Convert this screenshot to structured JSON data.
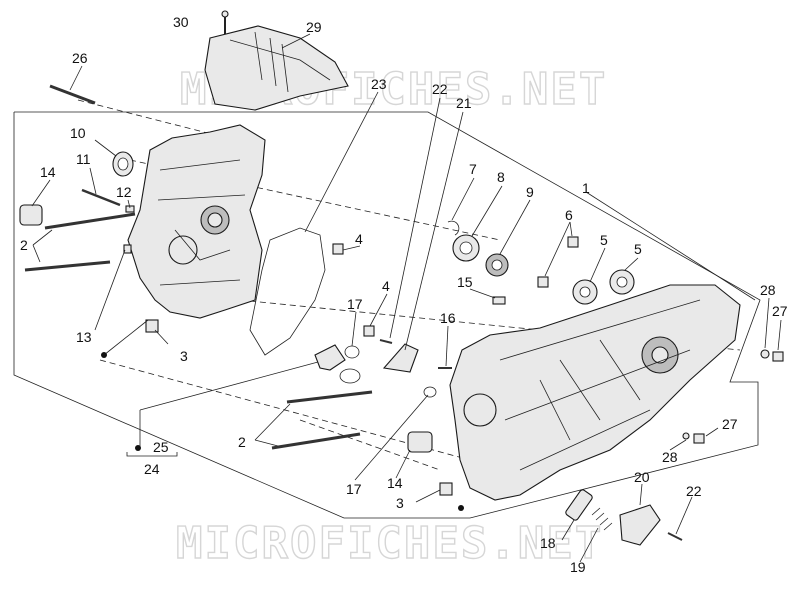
{
  "watermark": {
    "text": "MICROFICHES.NET"
  },
  "callouts": [
    {
      "id": "c30",
      "text": "30"
    },
    {
      "id": "c29",
      "text": "29"
    },
    {
      "id": "c26",
      "text": "26"
    },
    {
      "id": "c23",
      "text": "23"
    },
    {
      "id": "c22a",
      "text": "22"
    },
    {
      "id": "c21",
      "text": "21"
    },
    {
      "id": "c10",
      "text": "10"
    },
    {
      "id": "c11",
      "text": "11"
    },
    {
      "id": "c14a",
      "text": "14"
    },
    {
      "id": "c12",
      "text": "12"
    },
    {
      "id": "c2a",
      "text": "2"
    },
    {
      "id": "c7",
      "text": "7"
    },
    {
      "id": "c8",
      "text": "8"
    },
    {
      "id": "c9",
      "text": "9"
    },
    {
      "id": "c1",
      "text": "1"
    },
    {
      "id": "c6",
      "text": "6"
    },
    {
      "id": "c4a",
      "text": "4"
    },
    {
      "id": "c5a",
      "text": "5"
    },
    {
      "id": "c5b",
      "text": "5"
    },
    {
      "id": "c15",
      "text": "15"
    },
    {
      "id": "c28a",
      "text": "28"
    },
    {
      "id": "c27a",
      "text": "27"
    },
    {
      "id": "c4b",
      "text": "4"
    },
    {
      "id": "c17a",
      "text": "17"
    },
    {
      "id": "c16",
      "text": "16"
    },
    {
      "id": "c13",
      "text": "13"
    },
    {
      "id": "c3a",
      "text": "3"
    },
    {
      "id": "c25",
      "text": "25"
    },
    {
      "id": "c24",
      "text": "24"
    },
    {
      "id": "c2b",
      "text": "2"
    },
    {
      "id": "c27b",
      "text": "27"
    },
    {
      "id": "c28b",
      "text": "28"
    },
    {
      "id": "c17b",
      "text": "17"
    },
    {
      "id": "c14b",
      "text": "14"
    },
    {
      "id": "c3b",
      "text": "3"
    },
    {
      "id": "c20",
      "text": "20"
    },
    {
      "id": "c22b",
      "text": "22"
    },
    {
      "id": "c18",
      "text": "18"
    },
    {
      "id": "c19",
      "text": "19"
    }
  ]
}
